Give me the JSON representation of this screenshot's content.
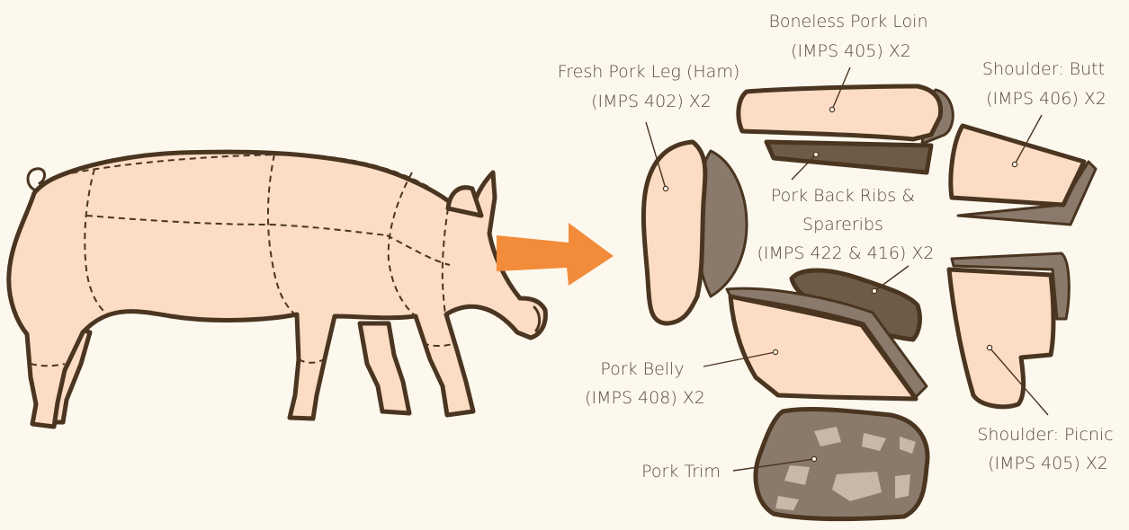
{
  "labels": {
    "loin": [
      "Boneless Pork Loin",
      "(IMPS 405) X2"
    ],
    "ham": [
      "Fresh Pork Leg (Ham)",
      "(IMPS 402) X2"
    ],
    "butt": [
      "Shoulder: Butt",
      "(IMPS 406) X2"
    ],
    "ribs": [
      "Pork Back Ribs &",
      "Spareribs",
      "(IMPS 422 & 416) X2"
    ],
    "belly": [
      "Pork Belly",
      "(IMPS 408) X2"
    ],
    "picnic": [
      "Shoulder: Picnic",
      "(IMPS 405) X2"
    ],
    "trim": [
      "Pork Trim"
    ]
  },
  "colors": {
    "background": "#fcf8ee",
    "meat": "#fcdcc4",
    "outline": "#4a3520",
    "bone": "#8a7a6c",
    "dark_meat": "#6e5b47",
    "arrow": "#f28c3a",
    "label_text": "#5a4a3e"
  }
}
